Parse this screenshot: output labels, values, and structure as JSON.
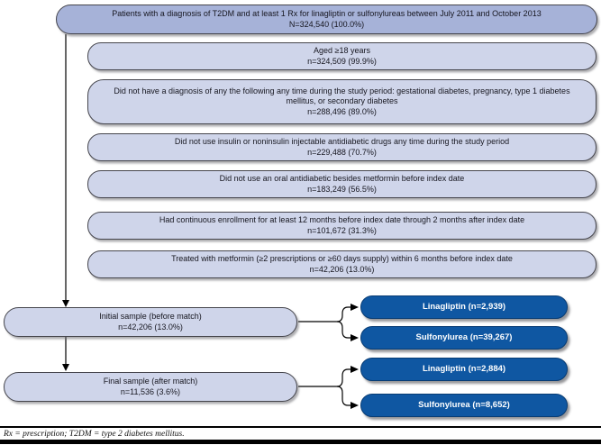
{
  "flowchart": {
    "top_box": {
      "text": "Patients with a diagnosis of T2DM and at least 1 Rx for linagliptin or sulfonylureas between July 2011 and October 2013",
      "count": "N=324,540 (100.0%)"
    },
    "criteria": [
      {
        "text": "Aged ≥18 years",
        "count": "n=324,509 (99.9%)"
      },
      {
        "text": "Did not have a diagnosis of any the following any time during the study period: gestational diabetes, pregnancy, type 1 diabetes mellitus, or secondary diabetes",
        "count": "n=288,496 (89.0%)"
      },
      {
        "text": "Did not use insulin or noninsulin injectable antidiabetic drugs any time during the study period",
        "count": "n=229,488 (70.7%)"
      },
      {
        "text": "Did not use an oral antidiabetic besides metformin before index date",
        "count": "n=183,249 (56.5%)"
      },
      {
        "text": "Had continuous enrollment for at least 12 months before index date through 2 months after index date",
        "count": "n=101,672 (31.3%)"
      },
      {
        "text": "Treated with metformin (≥2 prescriptions or ≥60 days supply) within 6 months before index date",
        "count": "n=42,206 (13.0%)"
      }
    ],
    "initial_sample": {
      "text": "Initial sample (before match)",
      "count": "n=42,206 (13.0%)"
    },
    "final_sample": {
      "text": "Final sample (after match)",
      "count": "n=11,536 (3.6%)"
    },
    "arms": [
      {
        "label": "Linagliptin (n=2,939)"
      },
      {
        "label": "Sulfonylurea (n=39,267)"
      },
      {
        "label": "Linagliptin (n=2,884)"
      },
      {
        "label": "Sulfonylurea (n=8,652)"
      }
    ],
    "footnote": "Rx = prescription; T2DM = type 2 diabetes mellitus.",
    "colors": {
      "top_box_fill": "#a6b2d8",
      "criteria_fill": "#cfd5ea",
      "arm_fill": "#0f57a2",
      "arm_text": "#ffffff",
      "border": "#45454c",
      "connector": "#000000"
    }
  }
}
